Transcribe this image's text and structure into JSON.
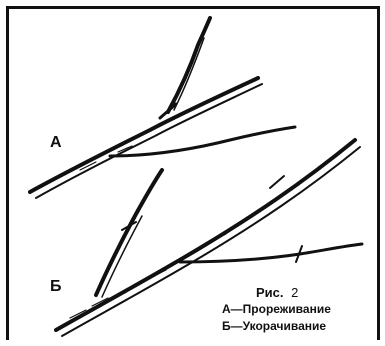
{
  "figure": {
    "label_a": "А",
    "label_b": "Б",
    "caption_title": "Рис.",
    "caption_number": "2",
    "legend": [
      "А—Прореживание",
      "Б—Укорачивание"
    ]
  }
}
